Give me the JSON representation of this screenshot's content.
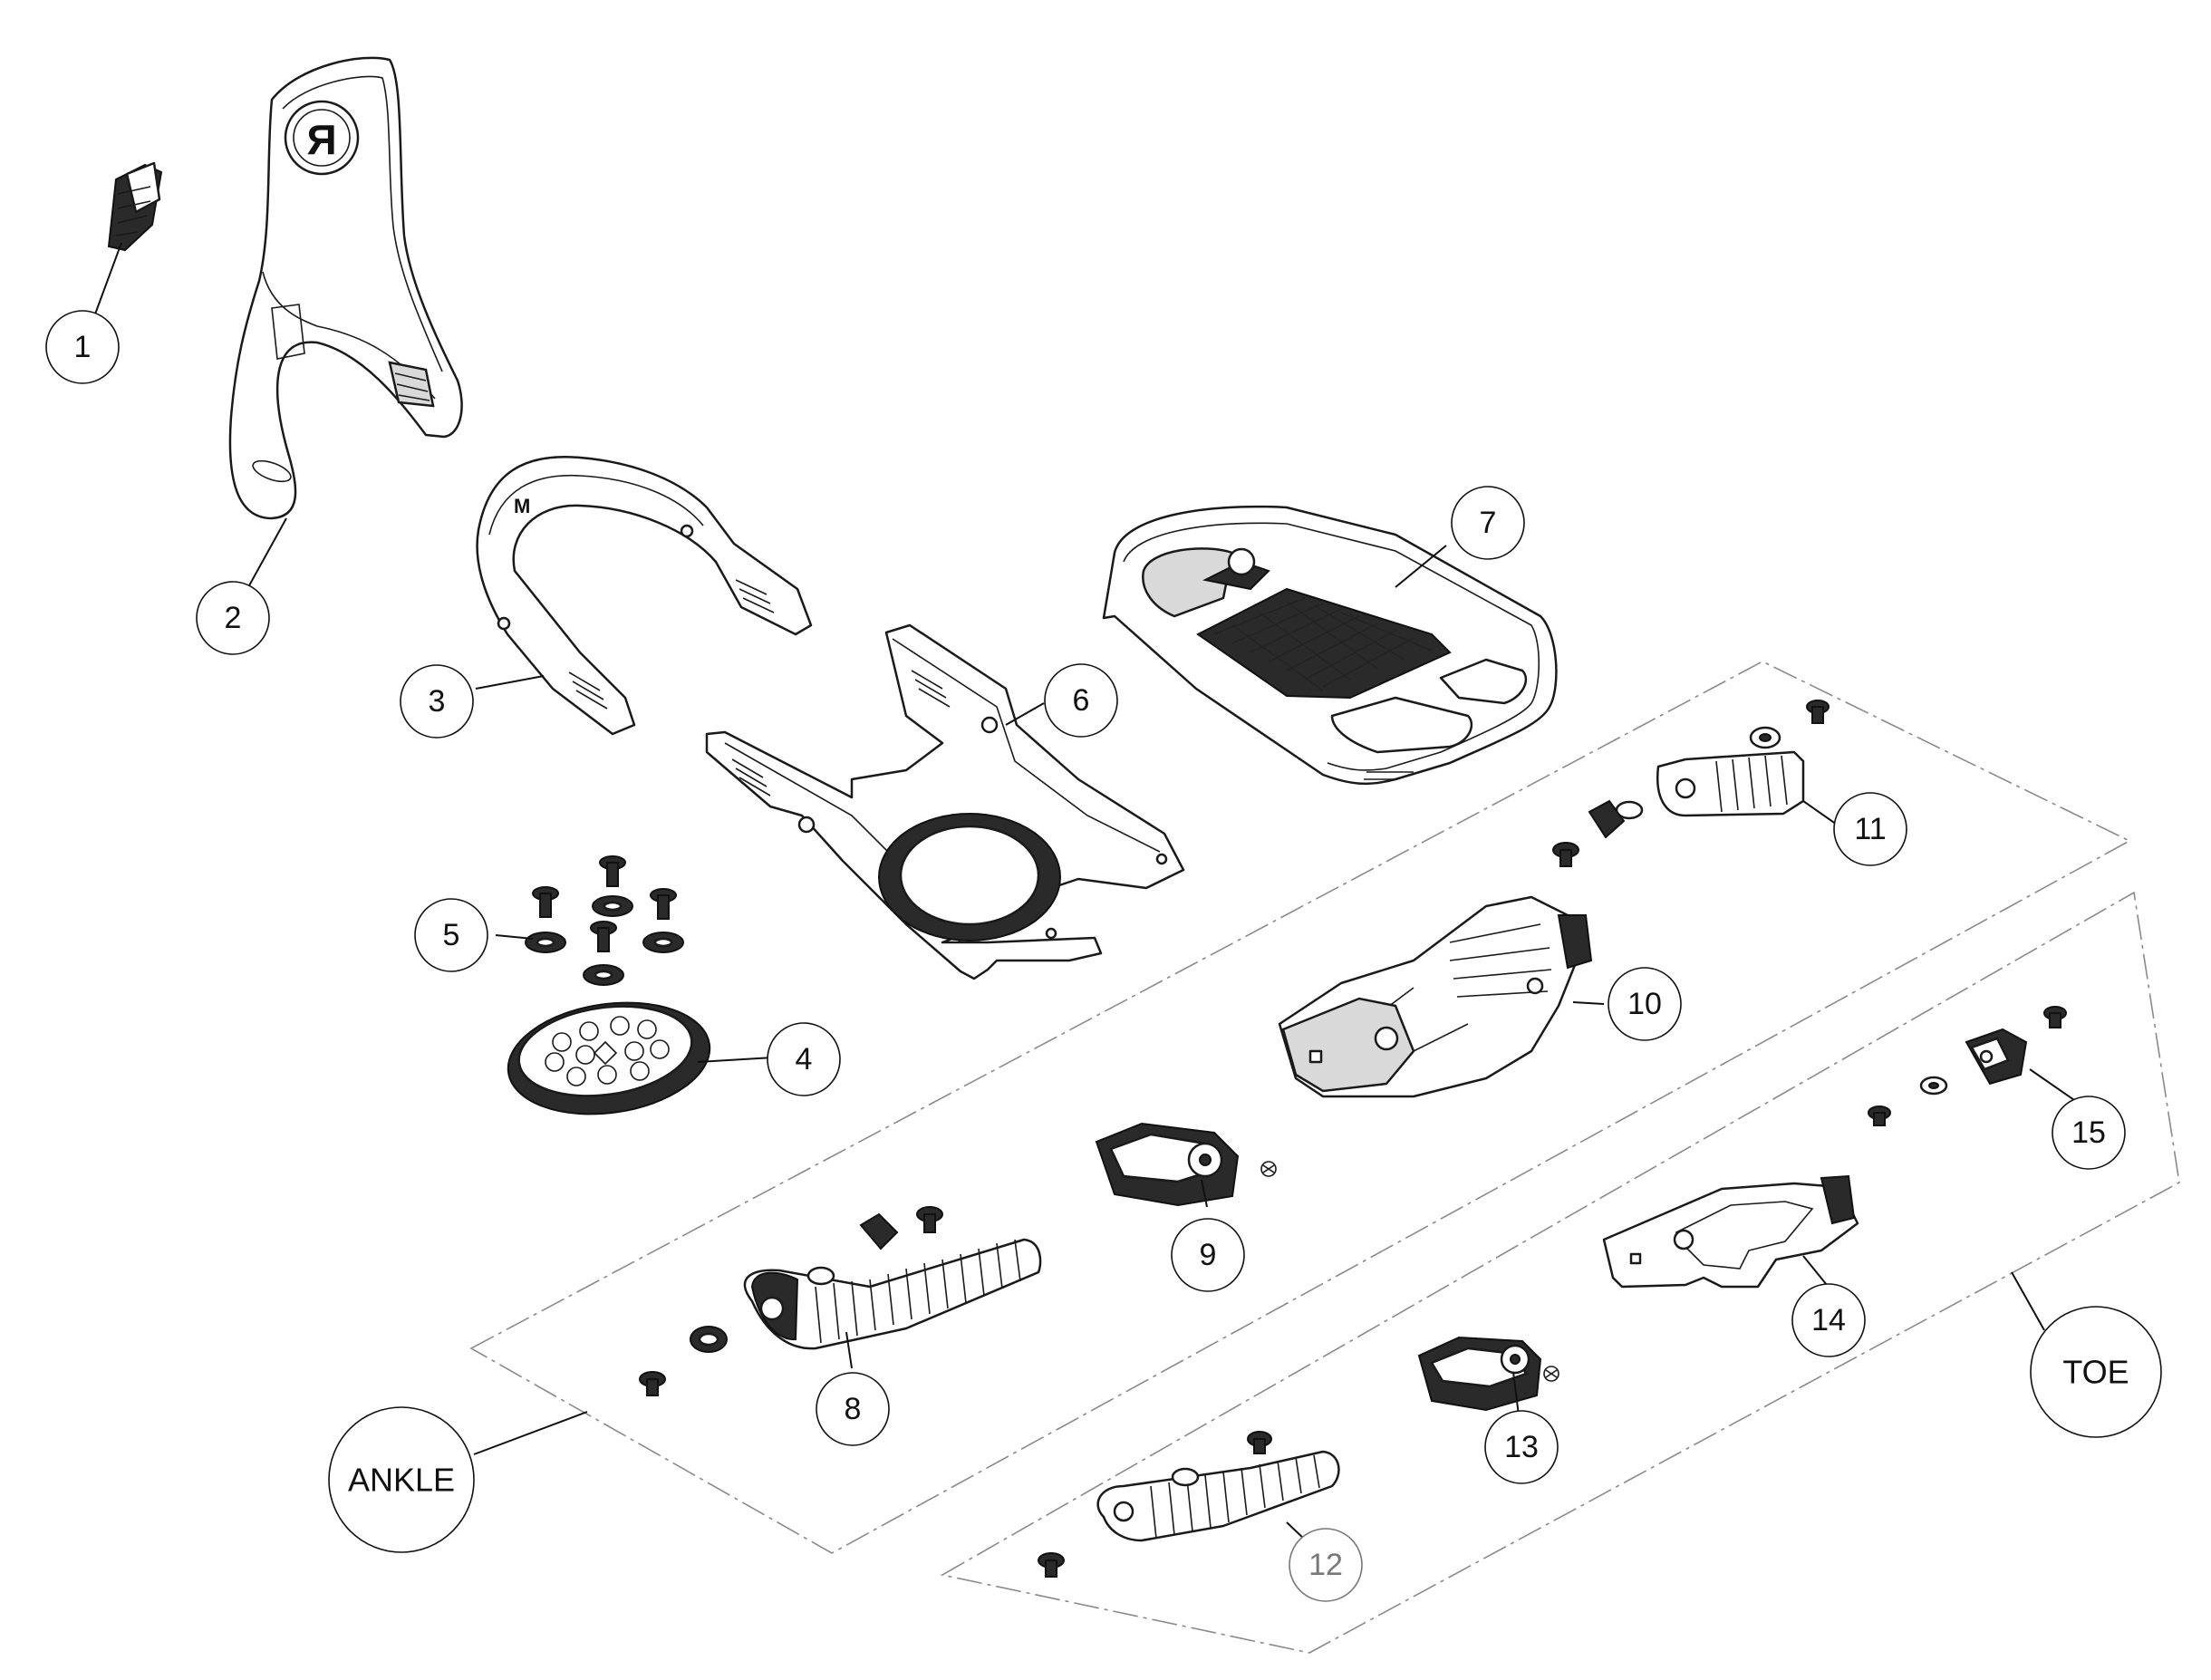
{
  "diagram": {
    "callouts": [
      {
        "id": "1",
        "label": "1"
      },
      {
        "id": "2",
        "label": "2"
      },
      {
        "id": "3",
        "label": "3"
      },
      {
        "id": "4",
        "label": "4"
      },
      {
        "id": "5",
        "label": "5"
      },
      {
        "id": "6",
        "label": "6"
      },
      {
        "id": "7",
        "label": "7"
      },
      {
        "id": "8",
        "label": "8"
      },
      {
        "id": "9",
        "label": "9"
      },
      {
        "id": "10",
        "label": "10"
      },
      {
        "id": "11",
        "label": "11"
      },
      {
        "id": "12",
        "label": "12"
      },
      {
        "id": "13",
        "label": "13"
      },
      {
        "id": "14",
        "label": "14"
      },
      {
        "id": "15",
        "label": "15"
      }
    ],
    "groups": [
      {
        "id": "ankle",
        "label": "ANKLE"
      },
      {
        "id": "toe",
        "label": "TOE"
      }
    ],
    "logo_glyph": "R",
    "size_marker": "M"
  }
}
